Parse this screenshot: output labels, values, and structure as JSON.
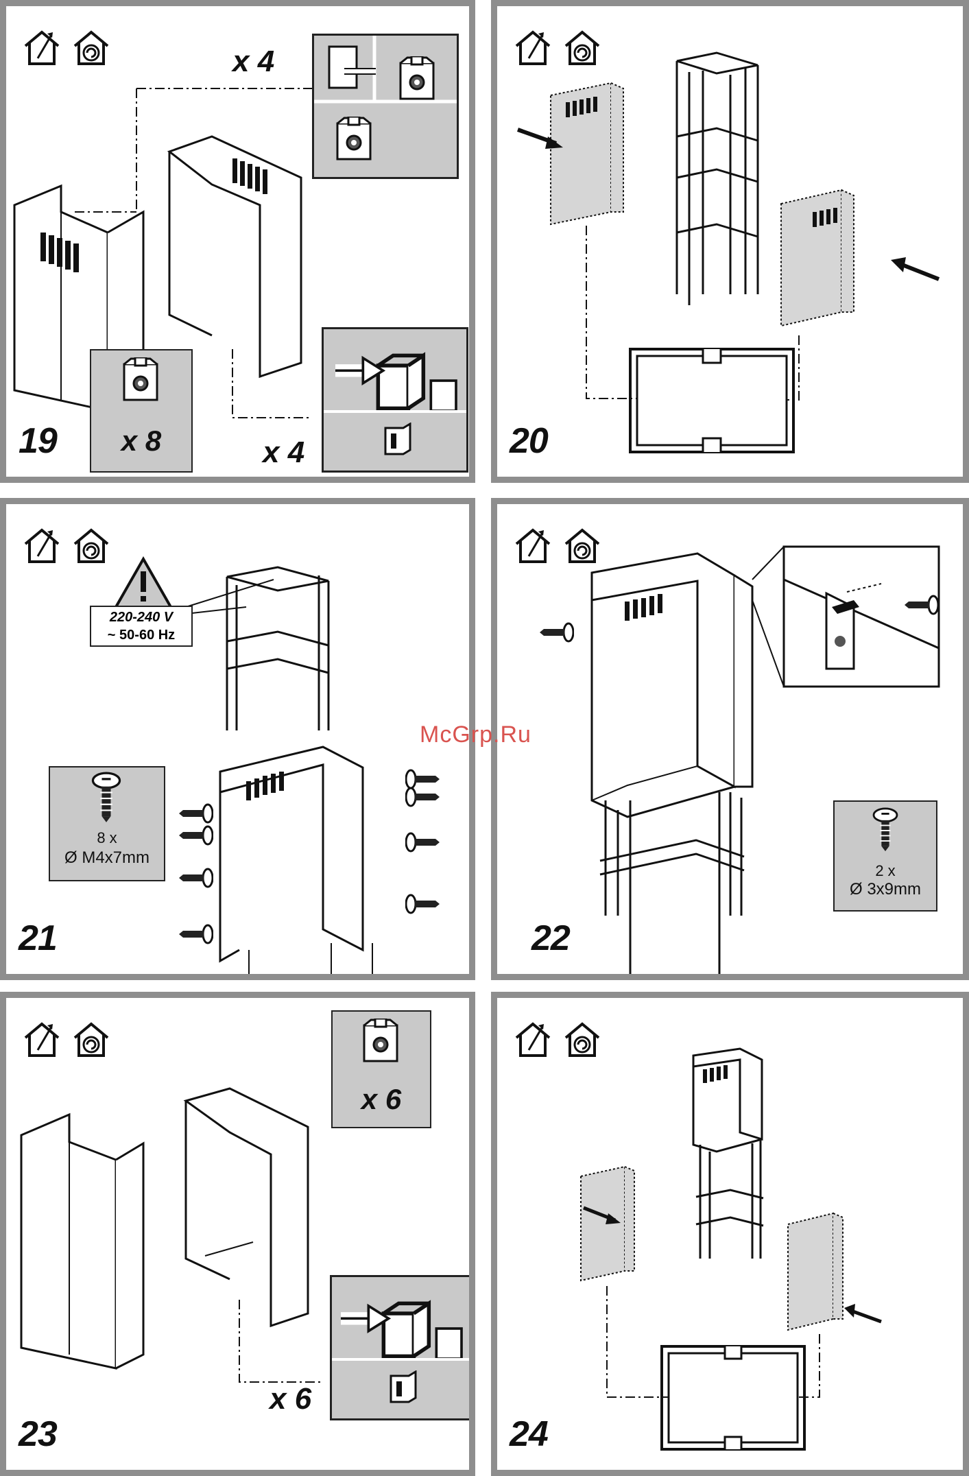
{
  "panels": {
    "p19": {
      "step": "19",
      "mult_top": "x 4",
      "mult_bottom": "x 4",
      "nut_count": "x 8"
    },
    "p20": {
      "step": "20"
    },
    "p21": {
      "step": "21",
      "voltage": "220-240 V",
      "frequency": "~ 50-60 Hz",
      "screw_count": "8 x",
      "screw_size": "Ø M4x7mm"
    },
    "p22": {
      "step": "22",
      "screw_count": "2 x",
      "screw_size": "Ø 3x9mm"
    },
    "p23": {
      "step": "23",
      "nut_count": "x 6",
      "mult_bottom": "x 6"
    },
    "p24": {
      "step": "24"
    }
  },
  "watermark": "McGrp.Ru",
  "colors": {
    "frame": "#8e8e8e",
    "inset": "#c9c9c9",
    "panel_fill": "#d6d6d6",
    "watermark": "#d9534f"
  },
  "icons": [
    "house-install-icon",
    "house-recirculation-icon"
  ]
}
